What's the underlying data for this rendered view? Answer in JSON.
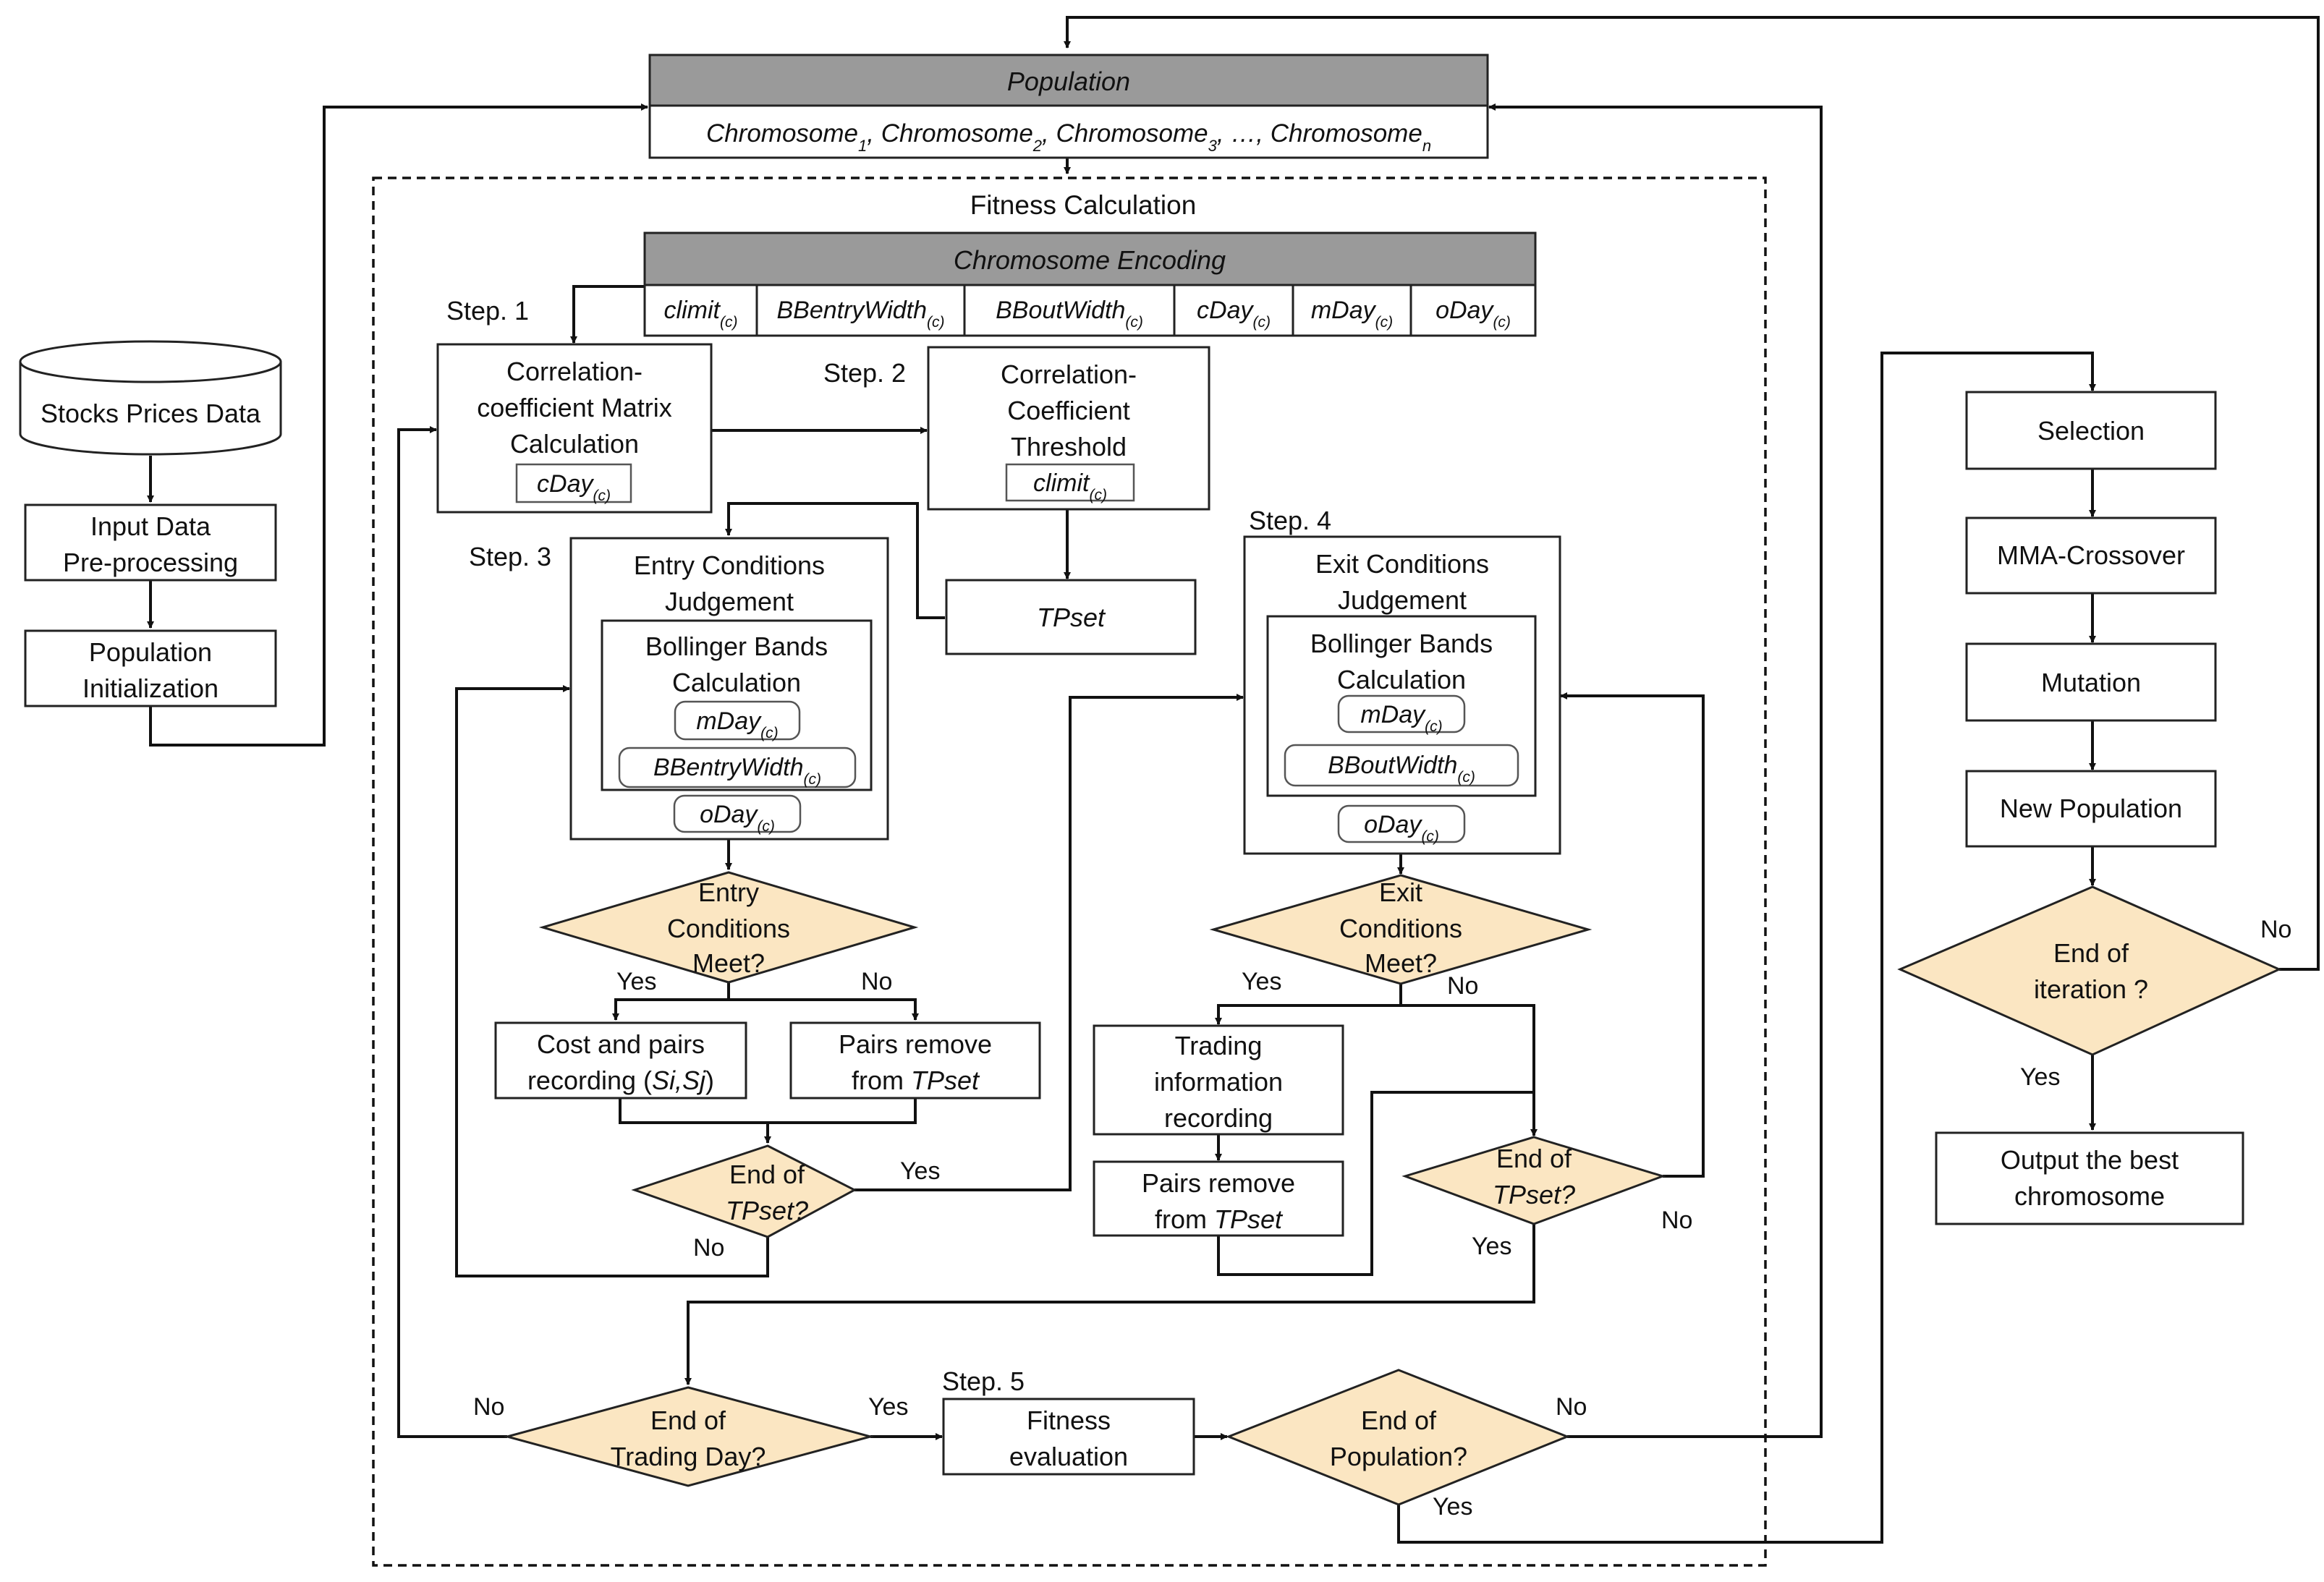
{
  "population": {
    "title": "Population",
    "chromosomes": [
      {
        "base": "Chromosome",
        "sub": "1"
      },
      {
        "base": "Chromosome",
        "sub": "2"
      },
      {
        "base": "Chromosome",
        "sub": "3"
      },
      {
        "base": "…",
        "sub": ""
      },
      {
        "base": "Chromosome",
        "sub": "n"
      }
    ]
  },
  "fitness_label": "Fitness Calculation",
  "encoding": {
    "title": "Chromosome Encoding",
    "genes": [
      {
        "base": "climit",
        "sub": "(c)"
      },
      {
        "base": "BBentryWidth",
        "sub": "(c)"
      },
      {
        "base": "BBoutWidth",
        "sub": "(c)"
      },
      {
        "base": "cDay",
        "sub": "(c)"
      },
      {
        "base": "mDay",
        "sub": "(c)"
      },
      {
        "base": "oDay",
        "sub": "(c)"
      }
    ]
  },
  "left_column": {
    "db": "Stocks Prices Data",
    "preprocess": [
      "Input Data",
      "Pre-processing"
    ],
    "init": [
      "Population",
      "Initialization"
    ]
  },
  "steps": {
    "s1": "Step. 1",
    "s2": "Step. 2",
    "s3": "Step. 3",
    "s4": "Step. 4",
    "s5": "Step. 5"
  },
  "corr_matrix": {
    "lines": [
      "Correlation-",
      "coefficient Matrix",
      "Calculation"
    ],
    "param": {
      "base": "cDay",
      "sub": "(c)"
    }
  },
  "corr_threshold": {
    "lines": [
      "Correlation-",
      "Coefficient",
      "Threshold"
    ],
    "param": {
      "base": "climit",
      "sub": "(c)"
    }
  },
  "tpset_box": "TPset",
  "entry": {
    "lines": [
      "Entry Conditions",
      "Judgement"
    ],
    "bb_lines": [
      "Bollinger Bands",
      "Calculation"
    ],
    "p1": {
      "base": "mDay",
      "sub": "(c)"
    },
    "p2": {
      "base": "BBentryWidth",
      "sub": "(c)"
    },
    "p3": {
      "base": "oDay",
      "sub": "(c)"
    },
    "decision": [
      "Entry",
      "Conditions",
      "Meet?"
    ],
    "yes": "Yes",
    "no": "No",
    "cost_lines": [
      "Cost and pairs"
    ],
    "cost_rec": "recording (",
    "cost_pair": "Si,Sj",
    "cost_close": ")",
    "remove_l1": "Pairs  remove",
    "remove_from": "from ",
    "remove_set": "TPset",
    "end_l1": "End of",
    "end_set": "TPset?",
    "end_yes": "Yes",
    "end_no": "No"
  },
  "exit": {
    "lines": [
      "Exit Conditions",
      "Judgement"
    ],
    "bb_lines": [
      "Bollinger Bands",
      "Calculation"
    ],
    "p1": {
      "base": "mDay",
      "sub": "(c)"
    },
    "p2": {
      "base": "BBoutWidth",
      "sub": "(c)"
    },
    "p3": {
      "base": "oDay",
      "sub": "(c)"
    },
    "decision": [
      "Exit",
      "Conditions",
      "Meet?"
    ],
    "yes": "Yes",
    "no": "No",
    "trading_lines": [
      "Trading",
      "information",
      "recording"
    ],
    "remove_l1": "Pairs remove",
    "remove_from": "from ",
    "remove_set": "TPset",
    "end_l1": "End of",
    "end_set": "TPset?",
    "end_yes": "Yes",
    "end_no": "No"
  },
  "trading_day": {
    "lines": [
      "End of",
      "Trading Day?"
    ],
    "yes": "Yes",
    "no": "No"
  },
  "fitness_eval": [
    "Fitness",
    "evaluation"
  ],
  "end_population": {
    "lines": [
      "End of",
      "Population?"
    ],
    "yes": "Yes",
    "no": "No"
  },
  "ga": {
    "selection": "Selection",
    "crossover": "MMA-Crossover",
    "mutation": "Mutation",
    "new_pop": "New Population",
    "end_iter": [
      "End of",
      "iteration ?"
    ],
    "yes": "Yes",
    "no": "No",
    "output": [
      "Output the best",
      "chromosome"
    ]
  },
  "colors": {
    "header_gray": "#9a9a9a",
    "decision_fill": "#fbe6c2",
    "stroke": "#222222"
  }
}
